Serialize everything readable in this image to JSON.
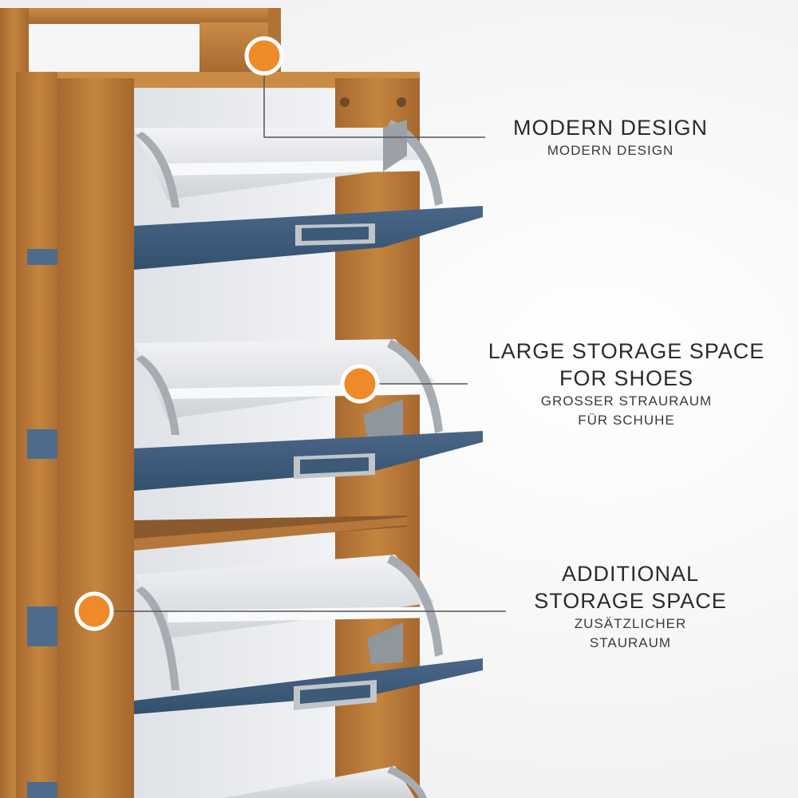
{
  "annotations": [
    {
      "title_lines": [
        "MODERN DESIGN"
      ],
      "subtitle_lines": [
        "MODERN DESIGN"
      ]
    },
    {
      "title_lines": [
        "LARGE STORAGE SPACE",
        "FOR SHOES"
      ],
      "subtitle_lines": [
        "GROSSER STRAURAUM",
        "FÜR SCHUHE"
      ]
    },
    {
      "title_lines": [
        "ADDITIONAL",
        "STORAGE SPACE"
      ],
      "subtitle_lines": [
        "ZUSÄTZLICHER",
        "STAURAUM"
      ]
    }
  ],
  "colors": {
    "accent_dot": "#ee8a2a",
    "wood": "#b5773a",
    "door_blue": "#3e5a78",
    "interior_white": "#e9ebee",
    "handle_metal": "#9aa0a6"
  }
}
